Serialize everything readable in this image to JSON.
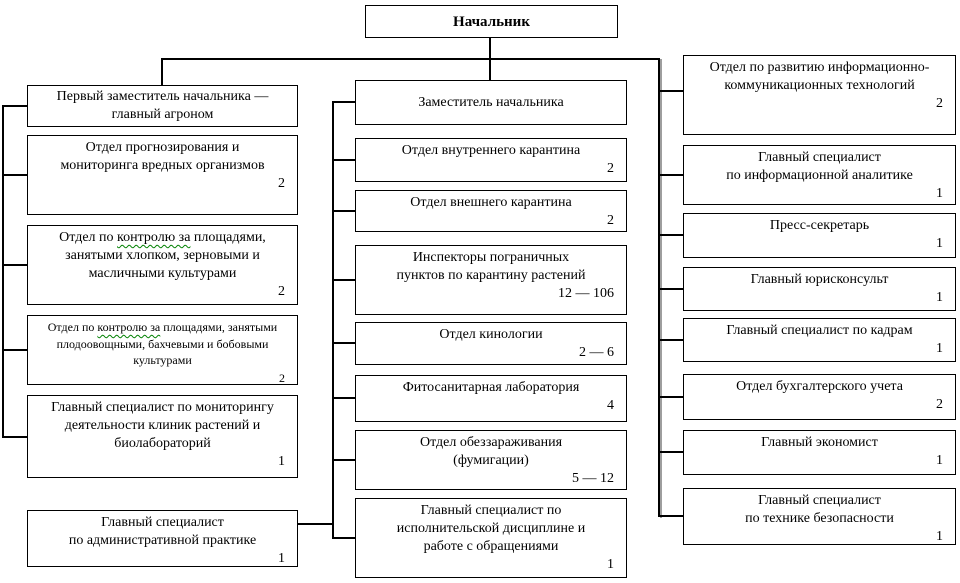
{
  "chief": {
    "label": "Начальник"
  },
  "left": {
    "head": {
      "label": "Первый заместитель начальника —\nглавный агроном"
    },
    "items": [
      {
        "label": "Отдел прогнозирования и\nмониторинга вредных организмов",
        "count": "2"
      },
      {
        "parts": [
          "Отдел по ",
          "контролю за",
          " площадями,\nзанятыми хлопком, зерновыми и\nмасличными культурами"
        ],
        "count": "2"
      },
      {
        "parts": [
          "Отдел по ",
          "контролю за",
          " площадями, занятыми\nплодоовощными, бахчевыми и бобовыми\nкультурами"
        ],
        "count": "2"
      },
      {
        "label": "Главный специалист по мониторингу\nдеятельности клиник растений и\nбиолабораторий",
        "count": "1"
      },
      {
        "label": "Главный специалист\nпо административной практике",
        "count": "1"
      }
    ]
  },
  "middle": {
    "head": {
      "label": "Заместитель начальника"
    },
    "items": [
      {
        "label": "Отдел внутреннего карантина",
        "count": "2"
      },
      {
        "label": "Отдел внешнего карантина",
        "count": "2"
      },
      {
        "label": "Инспекторы пограничных\nпунктов по карантину растений",
        "count": "12 — 106"
      },
      {
        "label": "Отдел кинологии",
        "count": "2 — 6"
      },
      {
        "label": "Фитосанитарная лаборатория",
        "count": "4"
      },
      {
        "label": "Отдел обеззараживания\n(фумигации)",
        "count": "5 — 12"
      },
      {
        "label": "Главный специалист по\nисполнительской дисциплине и\nработе с обращениями",
        "count": "1"
      }
    ]
  },
  "right": {
    "items": [
      {
        "label": "Отдел по развитию информационно-\nкоммуникационных технологий",
        "count": "2"
      },
      {
        "label": "Главный специалист\nпо информационной аналитике",
        "count": "1"
      },
      {
        "label": "Пресс-секретарь",
        "count": "1"
      },
      {
        "label": "Главный юрисконсульт",
        "count": "1"
      },
      {
        "label": "Главный специалист по кадрам",
        "count": "1"
      },
      {
        "label": "Отдел бухгалтерского учета",
        "count": "2"
      },
      {
        "label": "Главный экономист",
        "count": "1"
      },
      {
        "label": "Главный специалист\nпо технике безопасности",
        "count": "1"
      }
    ]
  },
  "colors": {
    "box_border": "#000000",
    "background": "#ffffff",
    "text": "#000000",
    "spellcheck_underline": "#008000",
    "connector": "#000000",
    "connector_shadow": "#9e9e9e"
  }
}
